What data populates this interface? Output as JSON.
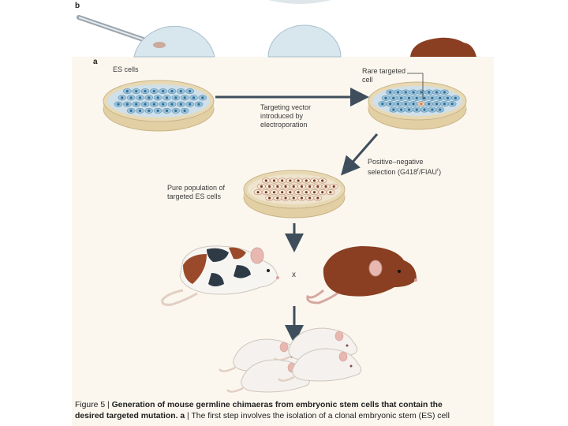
{
  "panel_letters": {
    "b": "b",
    "a": "a"
  },
  "labels": {
    "es_cells": "ES cells",
    "rare_targeted": "Rare targeted\ncell",
    "targeting_vector": "Targeting vector\nintroduced by\nelectroporation",
    "selection": "Positive–negative\nselection (G418",
    "selection_sup1": "r",
    "selection_mid": "/FIAU",
    "selection_sup2": "r",
    "selection_end": ")",
    "pure_population": "Pure population of\ntargeted ES cells",
    "cross": "x"
  },
  "caption": {
    "fig_number": "Figure 5 | ",
    "title_line1": "Generation of mouse germline chimaeras from embryonic stem cells that contain the",
    "title_line2": "desired targeted mutation.",
    "panel_ref": " a",
    "body_text": " | The first step involves the isolation of a clonal embryonic stem (ES) cell"
  },
  "colors": {
    "dish_rim": "#e8d9b5",
    "dish_fill": "#cfe0ea",
    "cell_blue": "#2f6f9a",
    "targeted_cell": "#c9855b",
    "arrow": "#3e4e5c",
    "chimera_brown": "#9a4a2a",
    "chimera_dark": "#2e3b46",
    "brown_mouse": "#8a3f22",
    "white_mouse": "#f4f1ee",
    "ear_pink": "#e8b7b0"
  }
}
